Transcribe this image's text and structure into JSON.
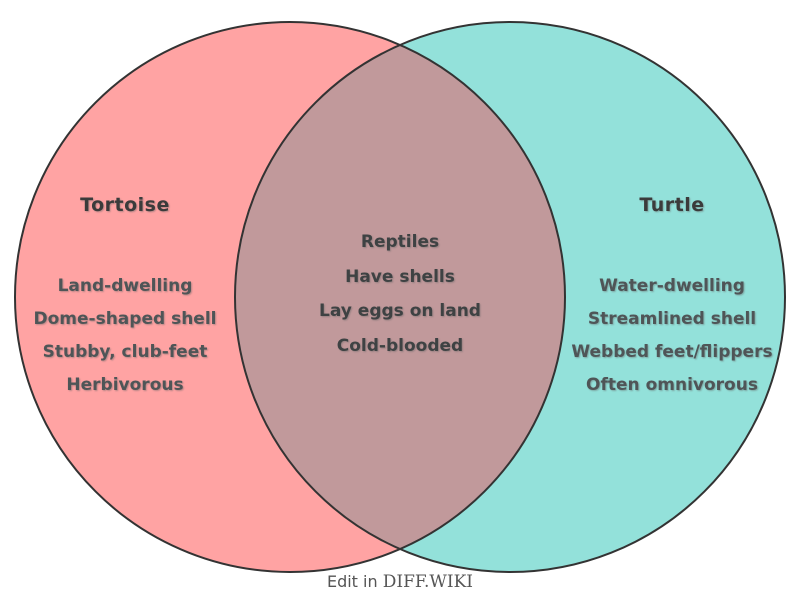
{
  "venn": {
    "left": {
      "title": "Tortoise",
      "items": [
        "Land-dwelling",
        "Dome-shaped shell",
        "Stubby, club-feet",
        "Herbivorous"
      ]
    },
    "center": {
      "items": [
        "Reptiles",
        "Have shells",
        "Lay eggs on land",
        "Cold-blooded"
      ]
    },
    "right": {
      "title": "Turtle",
      "items": [
        "Water-dwelling",
        "Streamlined shell",
        "Webbed feet/flippers",
        "Often omnivorous"
      ]
    }
  },
  "caption": {
    "prefix": "Edit in",
    "brand": "DIFF.WIKI"
  },
  "colors": {
    "left_fill": "#FFA3A3",
    "right_fill": "#93E1DA",
    "overlap_fill": "#C1999B",
    "stroke": "#333333",
    "heading_text": "#3B3B3B",
    "item_text": "#4F5557",
    "center_text": "#3E4243",
    "caption_text": "#555555"
  }
}
